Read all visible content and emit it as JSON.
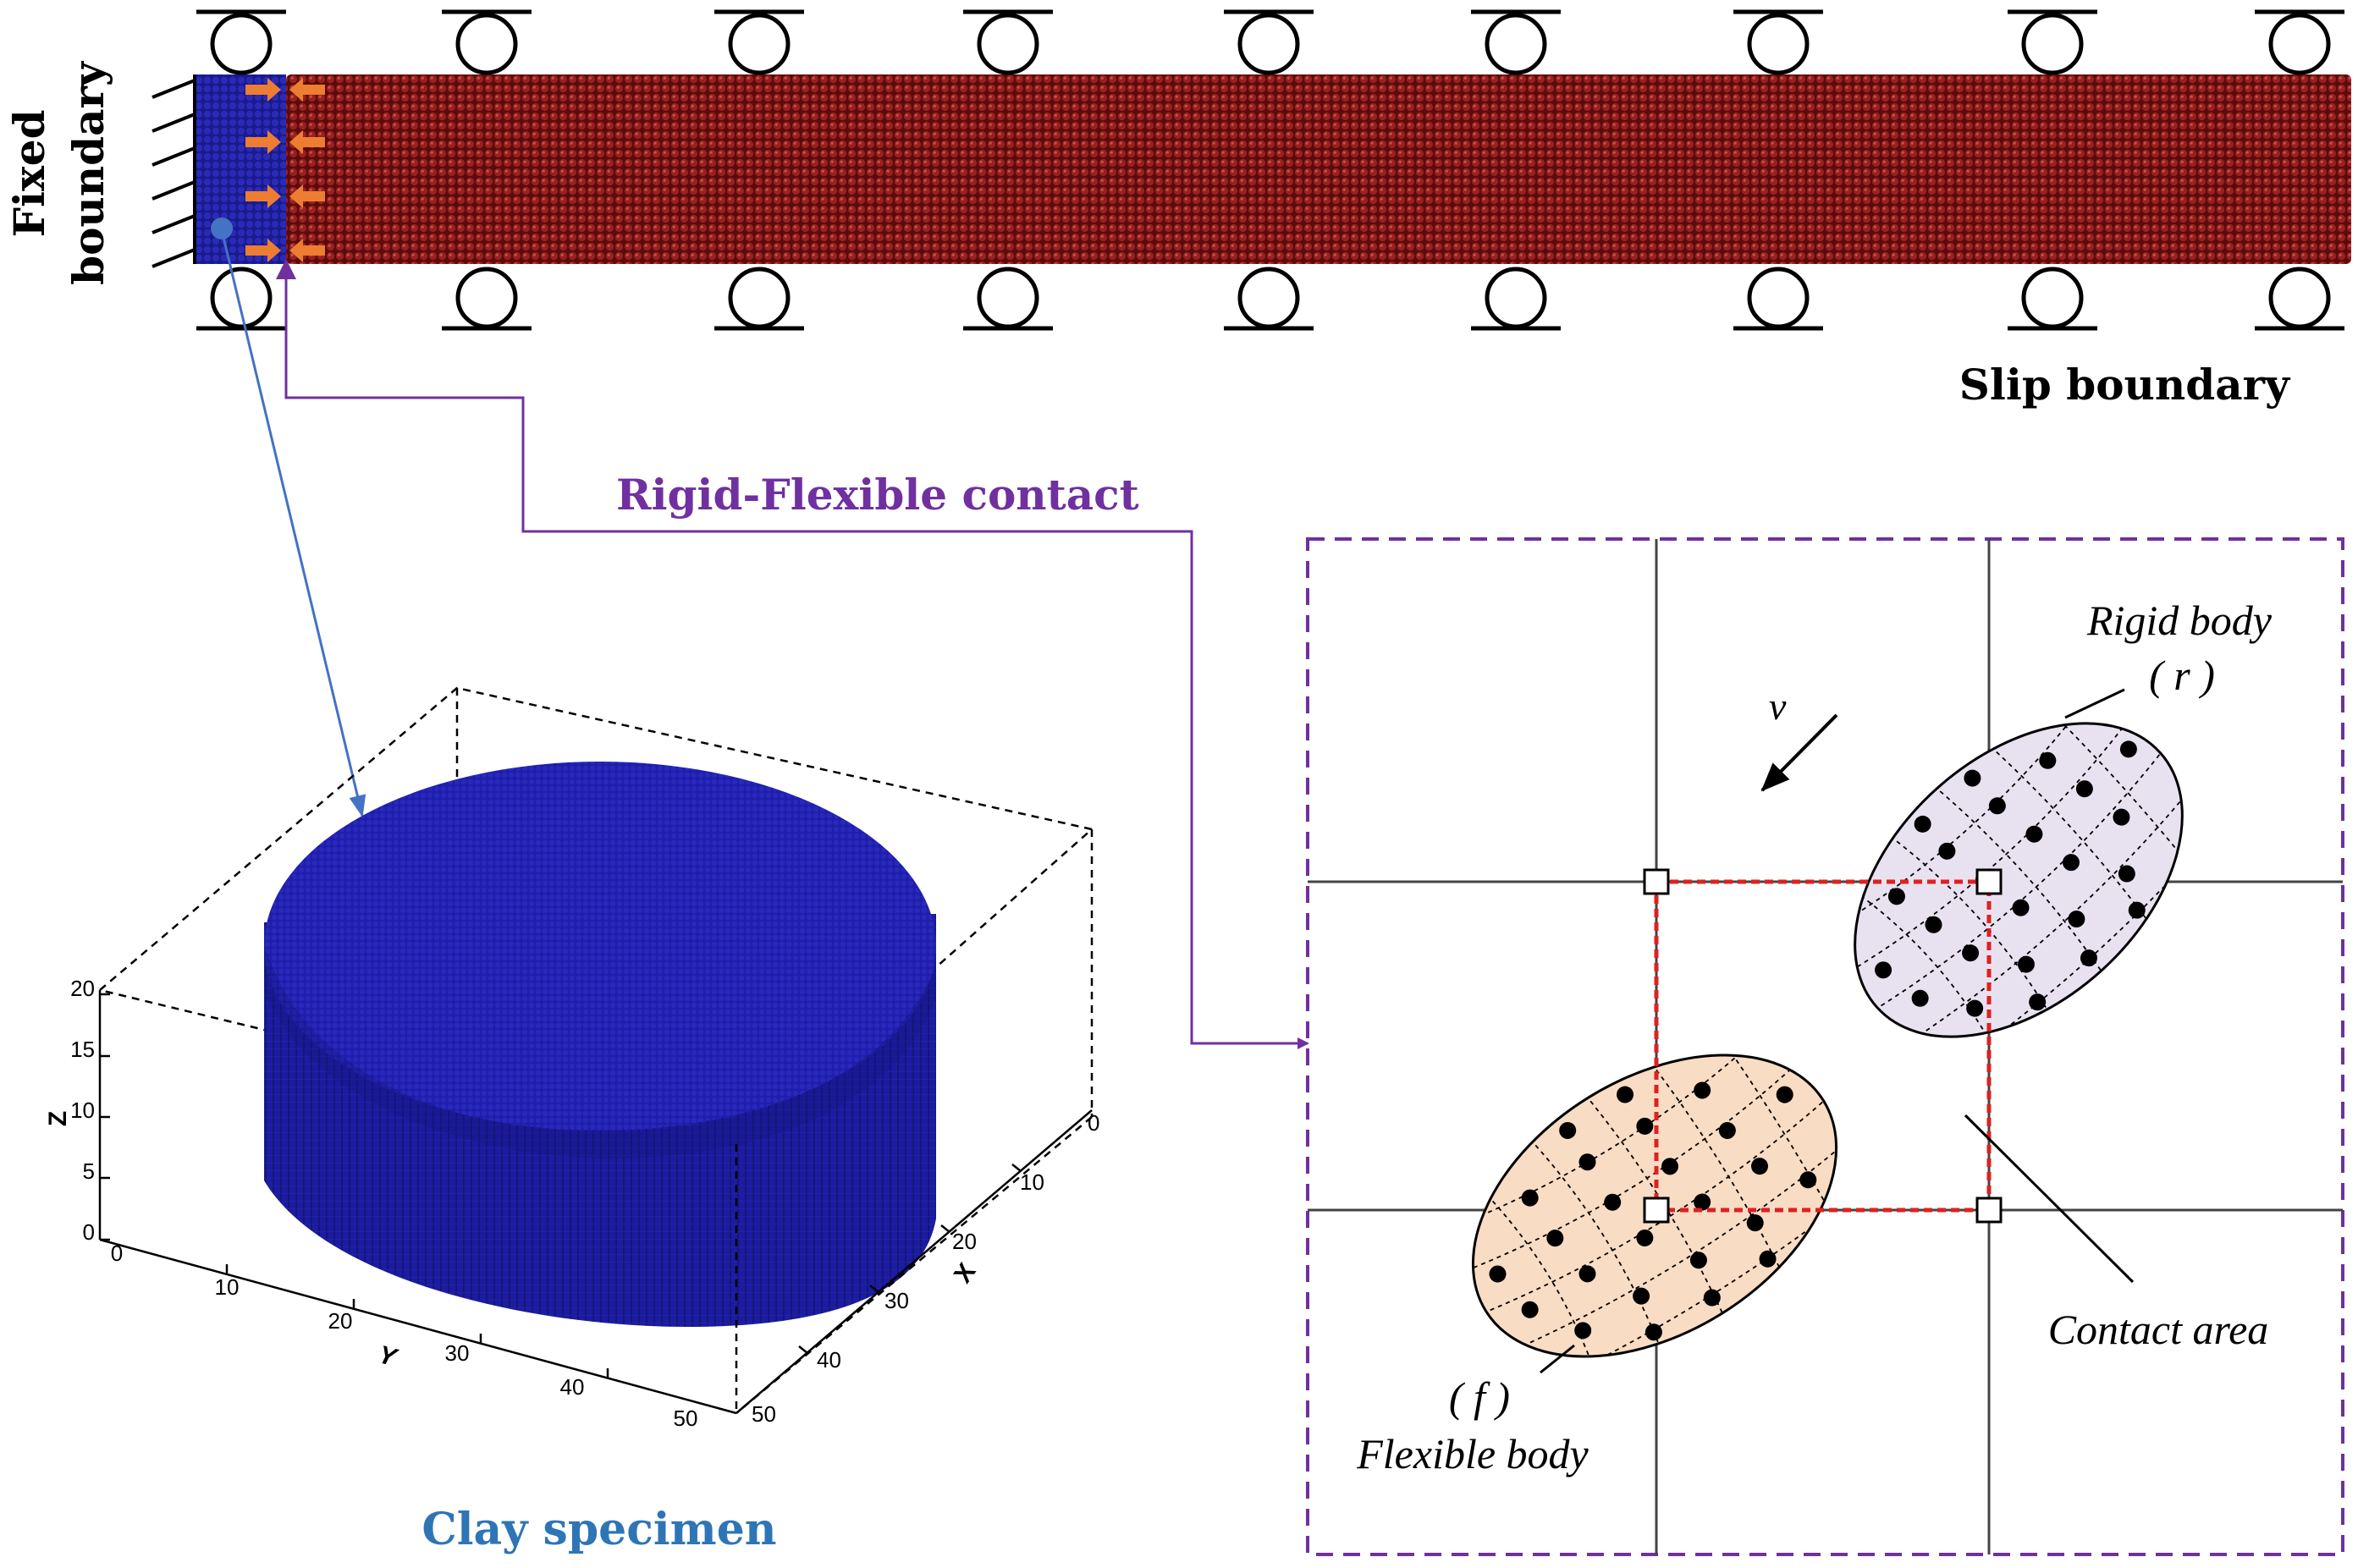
{
  "labels": {
    "fixed_boundary_line1": "Fixed",
    "fixed_boundary_line2": "boundary",
    "slip_boundary": "Slip boundary",
    "rigid_flexible_contact": "Rigid-Flexible contact",
    "clay_specimen": "Clay specimen",
    "rigid_body": "Rigid body",
    "rigid_symbol": "( r )",
    "flexible_body": "Flexible body",
    "flexible_symbol": "( f )",
    "contact_area": "Contact area",
    "velocity": "v"
  },
  "axes": {
    "z_label": "Z",
    "y_label": "Y",
    "x_label": "X",
    "z_ticks": [
      "0",
      "5",
      "10",
      "15",
      "20"
    ],
    "y_ticks": [
      "0",
      "10",
      "20",
      "30",
      "40",
      "50"
    ],
    "x_ticks": [
      "0",
      "10",
      "20",
      "30",
      "40",
      "50"
    ]
  },
  "colors": {
    "rigid_particles": "#1f1fa8",
    "flexible_particles": "#7a1010",
    "specimen_blue": "#1c1ca0",
    "contact_arrow": "#7030a0",
    "specimen_arrow": "#4472c4",
    "force_arrows": "#ed7d31",
    "contact_area_box": "#e02020",
    "rigid_ellipse_fill": "#e8e2f0",
    "flexible_ellipse_fill": "#f9dcc4",
    "clay_label": "#2e75b6"
  }
}
